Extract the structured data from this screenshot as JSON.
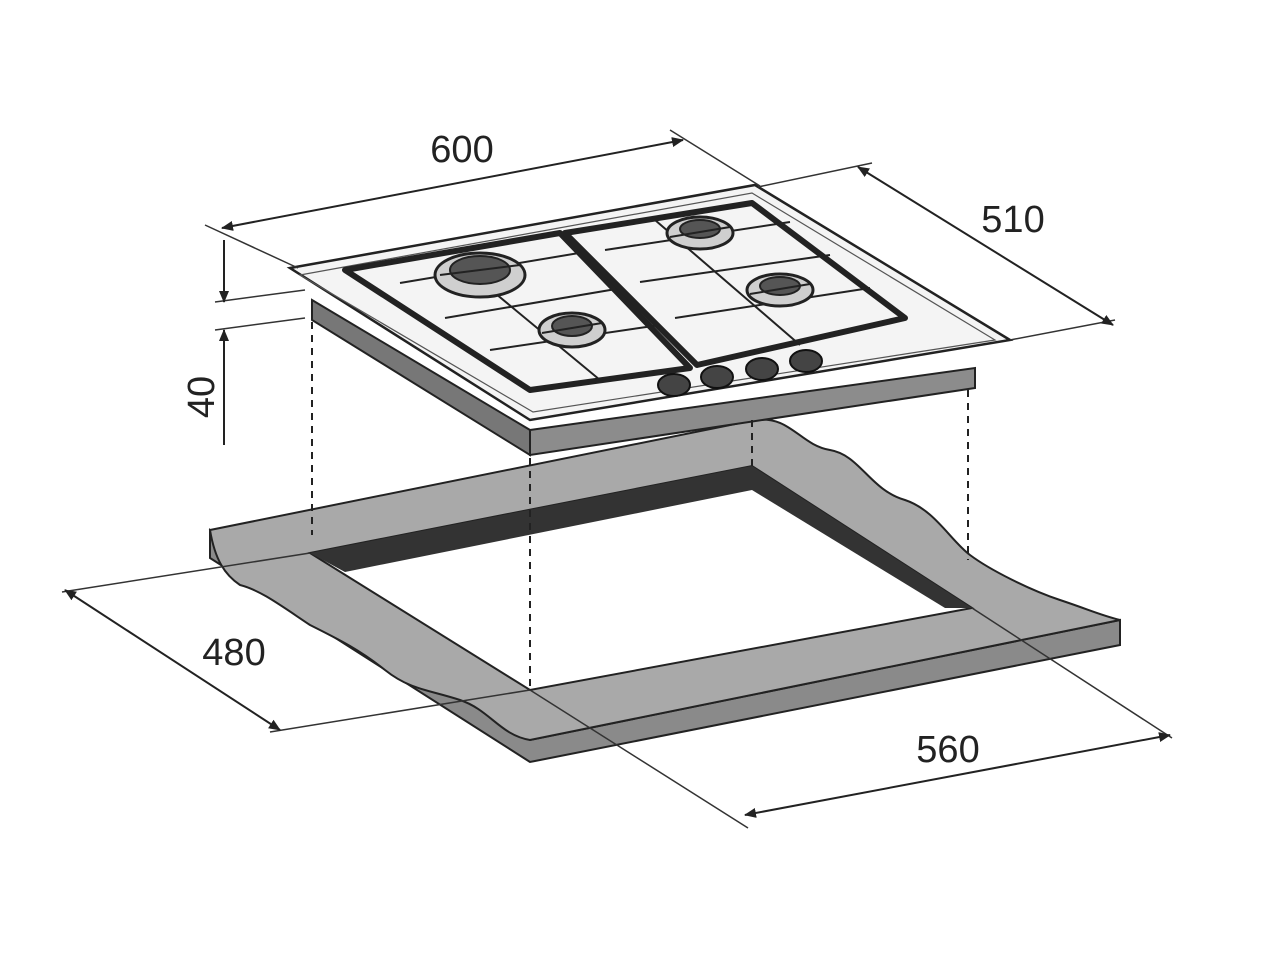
{
  "dimensions": {
    "width": "600",
    "depth": "510",
    "height": "40",
    "cutout_depth": "480",
    "cutout_width": "560"
  },
  "colors": {
    "line": "#222222",
    "countertop": "#a9a9a9",
    "countertop_edge": "#8a8a8a",
    "cutout_wall": "#333333",
    "hob_body": "#8c8c8c",
    "hob_top": "#f4f4f4"
  }
}
